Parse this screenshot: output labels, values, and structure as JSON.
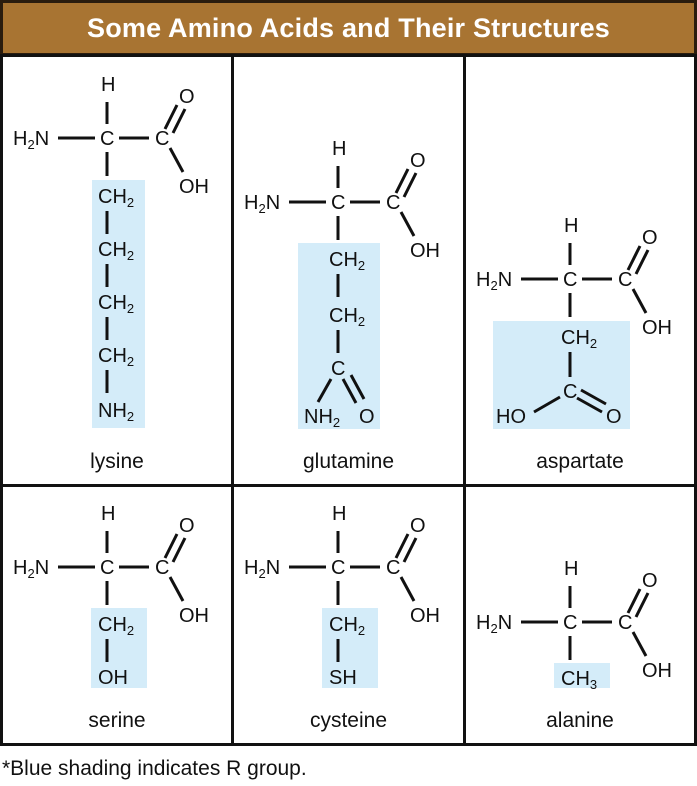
{
  "header": {
    "title": "Some Amino Acids and Their Structures",
    "background": "#a87432",
    "text_color": "#ffffff"
  },
  "r_group_shading_color": "#d4ecf9",
  "amino_acids": [
    {
      "name": "lysine",
      "backbone": [
        "H",
        "H2N",
        "C",
        "C",
        "O",
        "OH"
      ],
      "r_group": [
        "CH2",
        "CH2",
        "CH2",
        "CH2",
        "NH2"
      ]
    },
    {
      "name": "glutamine",
      "backbone": [
        "H",
        "H2N",
        "C",
        "C",
        "O",
        "OH"
      ],
      "r_group": [
        "CH2",
        "CH2",
        "C",
        "NH2",
        "O"
      ]
    },
    {
      "name": "aspartate",
      "backbone": [
        "H",
        "H2N",
        "C",
        "C",
        "O",
        "OH"
      ],
      "r_group": [
        "CH2",
        "C",
        "HO",
        "O"
      ]
    },
    {
      "name": "serine",
      "backbone": [
        "H",
        "H2N",
        "C",
        "C",
        "O",
        "OH"
      ],
      "r_group": [
        "CH2",
        "OH"
      ]
    },
    {
      "name": "cysteine",
      "backbone": [
        "H",
        "H2N",
        "C",
        "C",
        "O",
        "OH"
      ],
      "r_group": [
        "CH2",
        "SH"
      ]
    },
    {
      "name": "alanine",
      "backbone": [
        "H",
        "H2N",
        "C",
        "C",
        "O",
        "OH"
      ],
      "r_group": [
        "CH3"
      ]
    }
  ],
  "footnote": "*Blue shading indicates R group."
}
